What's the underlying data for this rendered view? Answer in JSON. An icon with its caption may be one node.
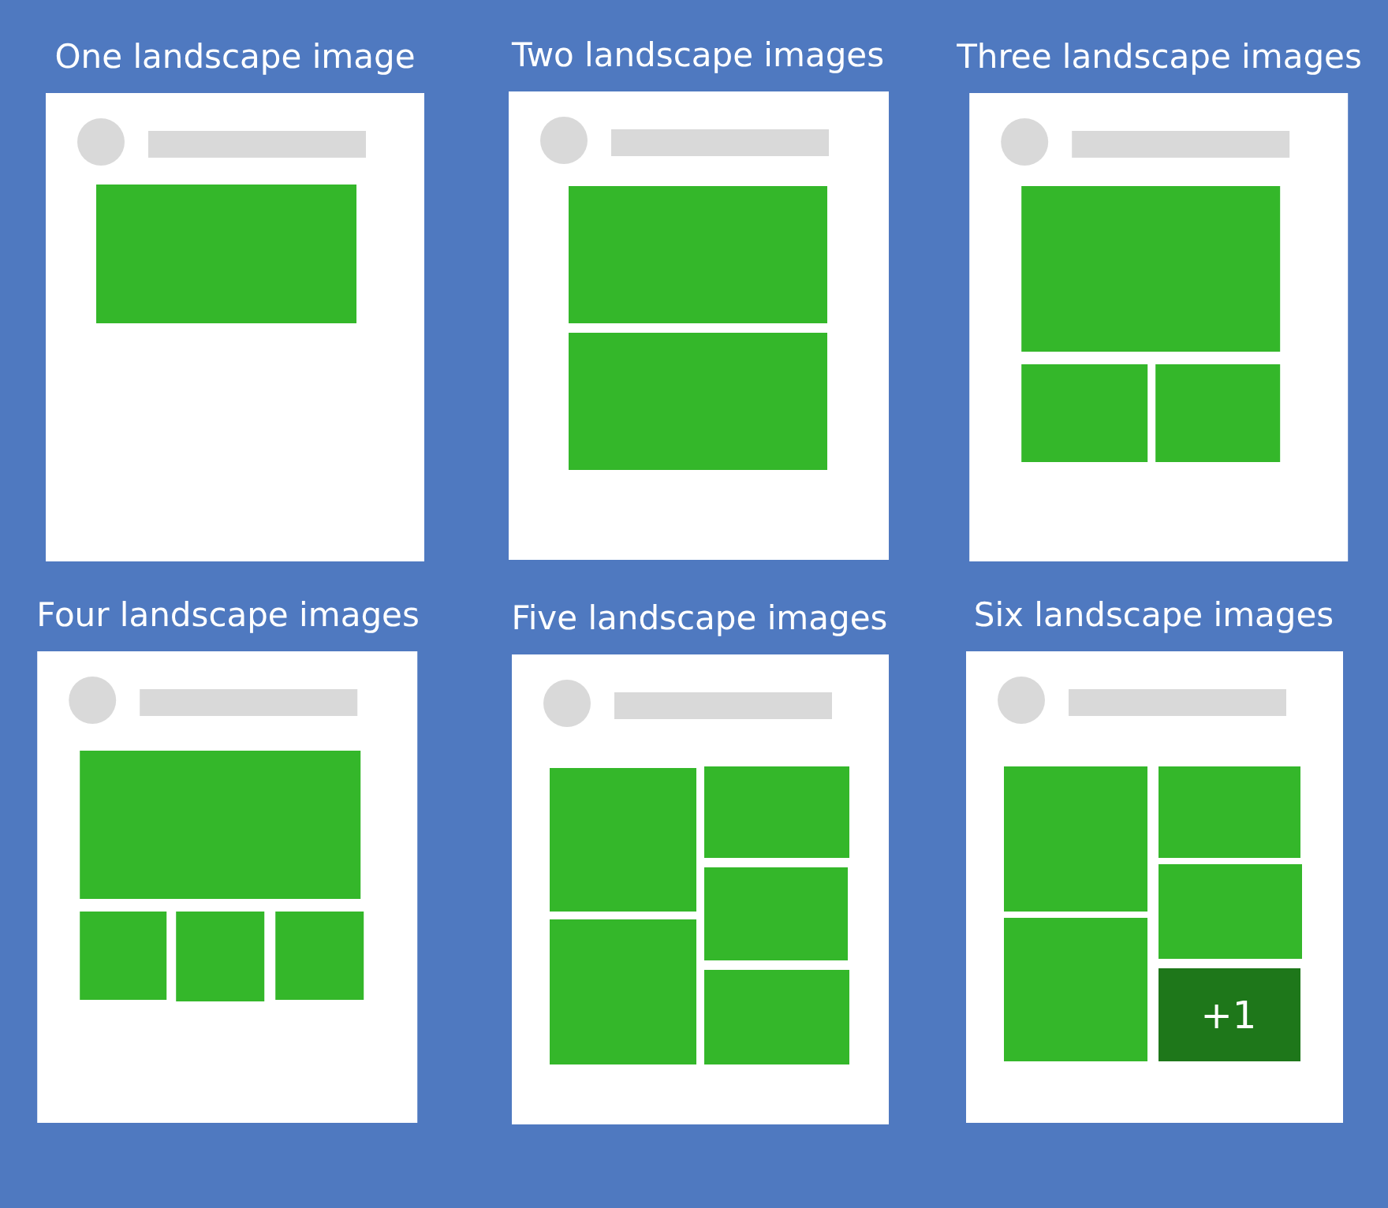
{
  "diagram": {
    "nodes": [
      {
        "text": [
          "One landscape image"
        ]
      },
      {
        "text": [],
        "shape": "box",
        "in": 0
      },
      {
        "text": [
          "Two landscape images"
        ]
      },
      {
        "text": [],
        "shape": "box",
        "in": 2
      },
      {
        "text": [],
        "shape": "box",
        "in": 2
      },
      {
        "text": [
          "Three landscape images"
        ]
      },
      {
        "text": [],
        "shape": "box",
        "in": 5
      },
      {
        "text": [],
        "shape": "box",
        "in": 5
      },
      {
        "text": [],
        "shape": "box",
        "in": 5
      },
      {
        "text": [
          "Four landscape images"
        ]
      },
      {
        "text": [],
        "shape": "box",
        "in": 9
      },
      {
        "text": [],
        "shape": "box",
        "in": 9
      },
      {
        "text": [],
        "shape": "box",
        "in": 9
      },
      {
        "text": [],
        "shape": "box",
        "in": 9
      },
      {
        "text": [
          "Five landscape images"
        ]
      },
      {
        "text": [],
        "shape": "box",
        "in": 14
      },
      {
        "text": [],
        "shape": "box",
        "in": 14
      },
      {
        "text": [],
        "shape": "box",
        "in": 14
      },
      {
        "text": [],
        "shape": "box",
        "in": 14
      },
      {
        "text": [],
        "shape": "box",
        "in": 14
      },
      {
        "text": [
          "Six landscape images"
        ]
      },
      {
        "text": [],
        "shape": "box",
        "in": 20
      },
      {
        "text": [],
        "shape": "box",
        "in": 20
      },
      {
        "text": [],
        "shape": "box",
        "in": 20
      },
      {
        "text": [],
        "shape": "box",
        "in": 20
      },
      {
        "text": [
          "+1"
        ],
        "in": 20
      }
    ],
    "edges": []
  }
}
